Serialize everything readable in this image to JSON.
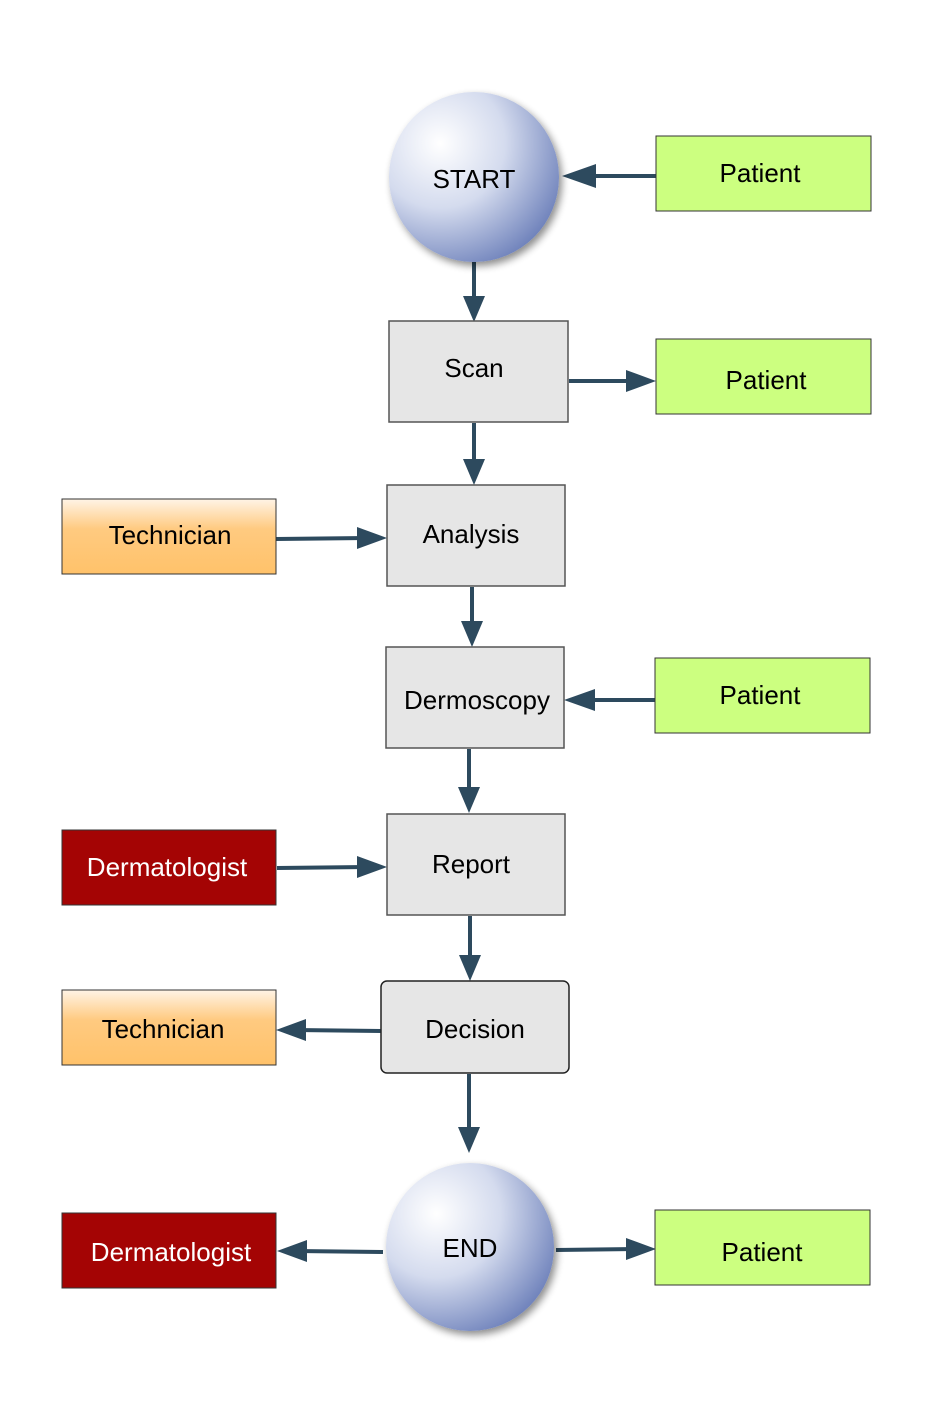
{
  "flow": {
    "start": "START",
    "scan": "Scan",
    "analysis": "Analysis",
    "dermoscopy": "Dermoscopy",
    "report": "Report",
    "decision": "Decision",
    "end": "END"
  },
  "actors": {
    "patient_start": "Patient",
    "patient_scan": "Patient",
    "technician_analysis": "Technician",
    "patient_dermoscopy": "Patient",
    "dermatologist_report": "Dermatologist",
    "technician_decision": "Technician",
    "dermatologist_end": "Dermatologist",
    "patient_end": "Patient"
  },
  "colors": {
    "patient": "#ccff80",
    "technician_top": "#fff2e0",
    "technician_bottom": "#ffc878",
    "dermatologist": "#a40404",
    "process": "#e6e6e6",
    "arrow": "#2d4a5e"
  }
}
